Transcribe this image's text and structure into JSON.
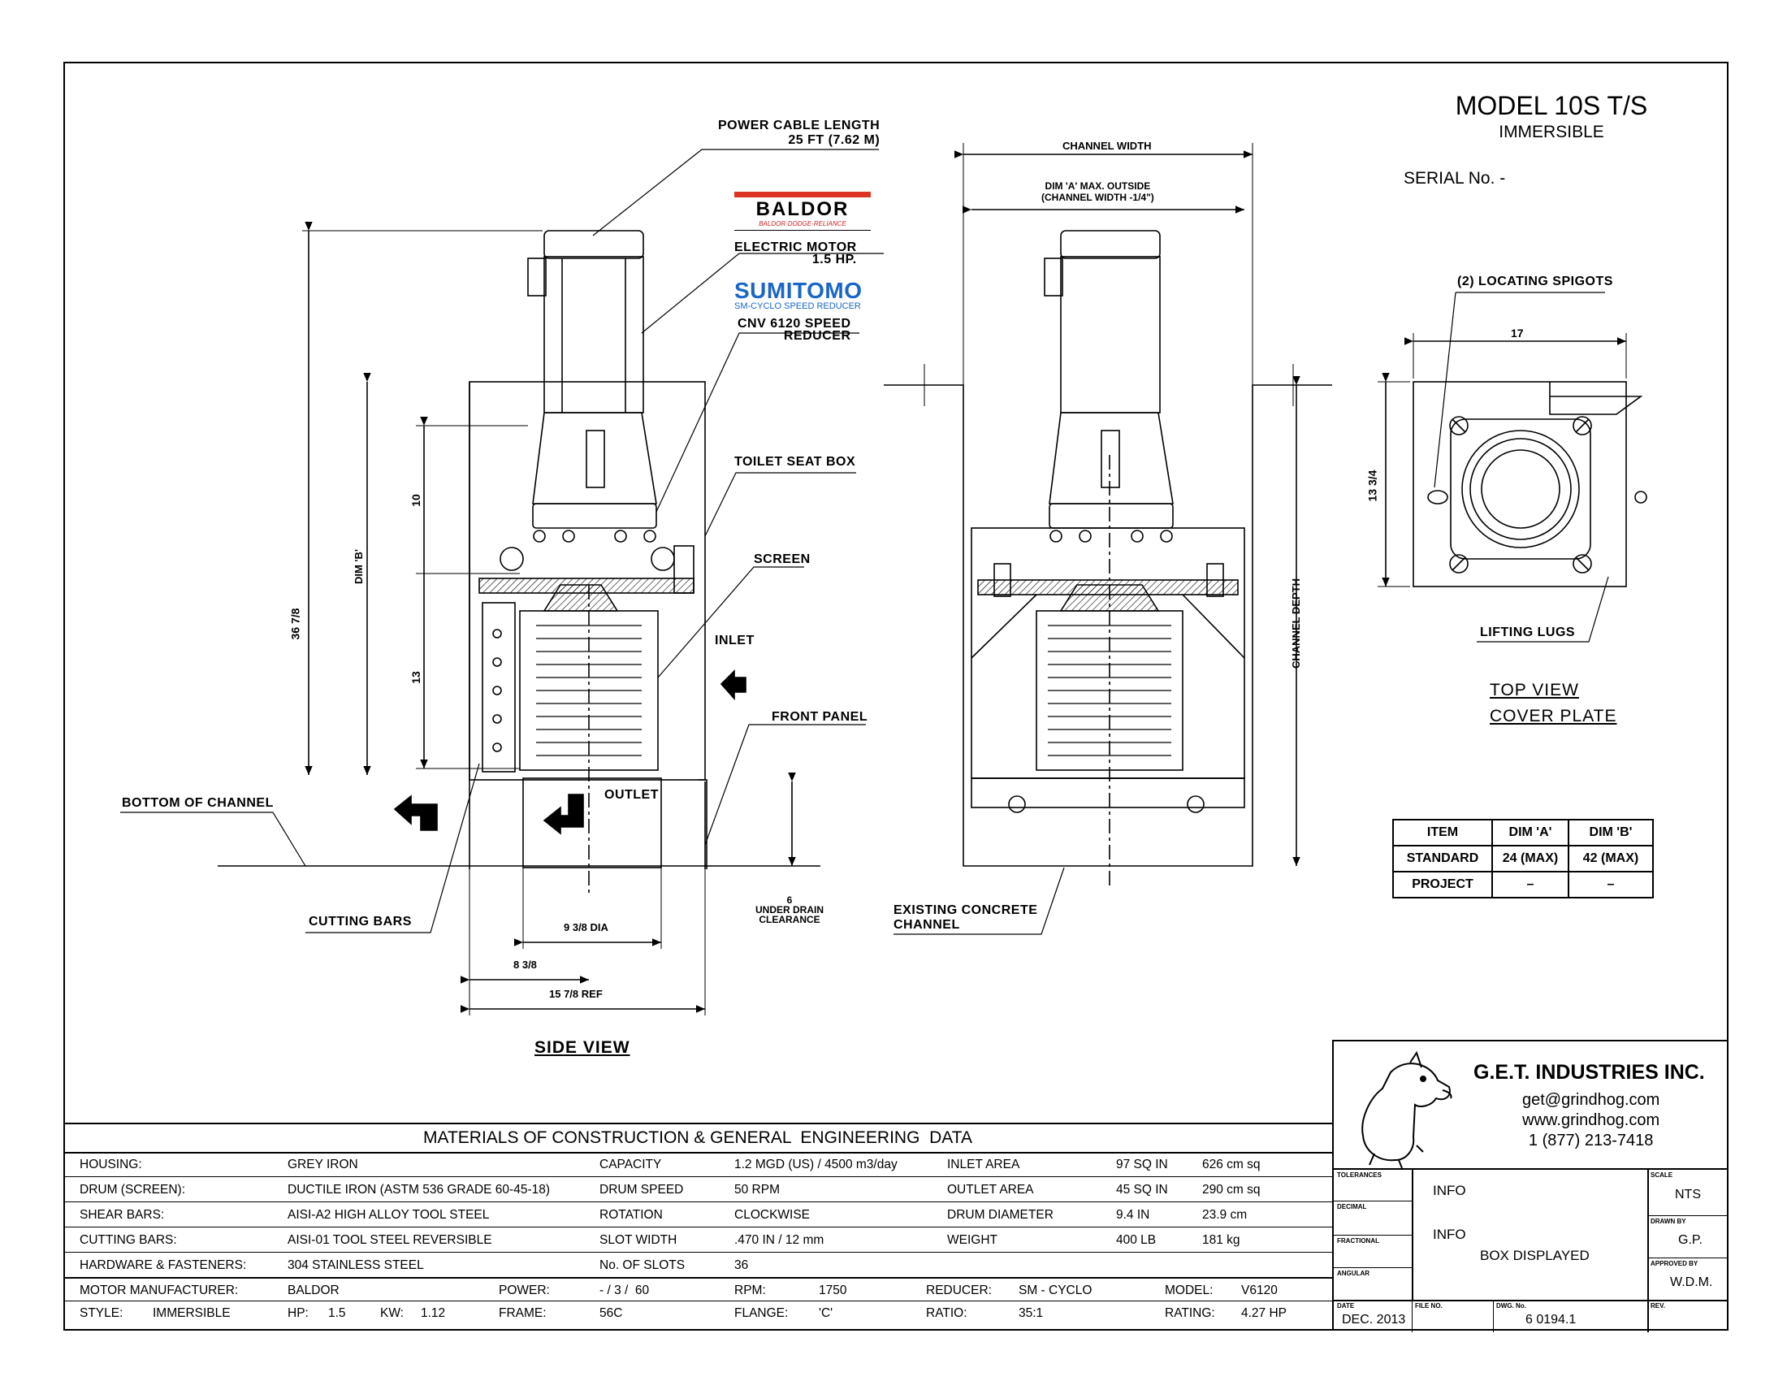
{
  "header": {
    "model": "MODEL 10S T/S",
    "type": "IMMERSIBLE",
    "serial": "SERIAL No. -"
  },
  "side_view": {
    "title": "SIDE VIEW",
    "power_cable_line1": "POWER CABLE LENGTH",
    "power_cable_line2": "25 FT (7.62 M)",
    "motor_brand": "BALDOR",
    "motor_brand_sub": "BALDOR·DODGE·RELIANCE",
    "electric_motor_line1": "ELECTRIC MOTOR",
    "electric_motor_line2": "1.5 HP.",
    "reducer_brand": "SUMITOMO",
    "reducer_brand_sub": "SM-CYCLO SPEED REDUCER",
    "reducer_line1": "CNV 6120 SPEED",
    "reducer_line2": "REDUCER",
    "toilet_seat_box": "TOILET SEAT BOX",
    "screen": "SCREEN",
    "inlet": "INLET",
    "front_panel": "FRONT PANEL",
    "outlet": "OUTLET",
    "bottom_of_channel": "BOTTOM OF CHANNEL",
    "cutting_bars": "CUTTING BARS",
    "under_drain_1": "6",
    "under_drain_2": "UNDER DRAIN",
    "under_drain_3": "CLEARANCE",
    "dim_10": "10",
    "dim_13": "13",
    "dim_b": "DIM 'B'",
    "dim_36": "36 7/8",
    "dim_dia": "9 3/8 DIA",
    "dim_8": "8 3/8",
    "dim_15": "15 7/8 REF"
  },
  "front_view": {
    "channel_width": "CHANNEL WIDTH",
    "dim_a_line1": "DIM 'A' MAX. OUTSIDE",
    "dim_a_line2": "(CHANNEL WIDTH -1/4\")",
    "channel_depth": "CHANNEL DEPTH",
    "existing_line1": "EXISTING CONCRETE",
    "existing_line2": "CHANNEL"
  },
  "top_view": {
    "locating_spigots": "(2) LOCATING SPIGOTS",
    "dim_17": "17",
    "dim_13": "13 3/4",
    "lifting_lugs": "LIFTING LUGS",
    "title_line1": "TOP VIEW",
    "title_line2": "COVER PLATE"
  },
  "dim_table": {
    "headers": [
      "ITEM",
      "DIM 'A'",
      "DIM 'B'"
    ],
    "rows": [
      [
        "STANDARD",
        "24 (MAX)",
        "42 (MAX)"
      ],
      [
        "PROJECT",
        "–",
        "–"
      ]
    ]
  },
  "company": {
    "name": "G.E.T. INDUSTRIES INC.",
    "email": "get@grindhog.com",
    "web": "www.grindhog.com",
    "phone": "1 (877) 213-7418"
  },
  "materials": {
    "title": "MATERIALS OF CONSTRUCTION & GENERAL  ENGINEERING  DATA",
    "rows": [
      [
        "HOUSING:",
        "GREY IRON",
        "CAPACITY",
        "1.2 MGD (US)  / 4500 m3/day",
        "INLET AREA",
        "97 SQ IN",
        "626 cm sq"
      ],
      [
        "DRUM (SCREEN):",
        "DUCTILE IRON (ASTM 536 GRADE 60-45-18)",
        "DRUM SPEED",
        "50 RPM",
        "OUTLET AREA",
        "45 SQ IN",
        "290 cm sq"
      ],
      [
        "SHEAR BARS:",
        "AISI-A2 HIGH ALLOY TOOL STEEL",
        "ROTATION",
        "CLOCKWISE",
        "DRUM DIAMETER",
        "9.4 IN",
        "23.9 cm"
      ],
      [
        "CUTTING BARS:",
        "AISI-01 TOOL STEEL REVERSIBLE",
        "SLOT WIDTH",
        ".470 IN /  12 mm",
        "WEIGHT",
        "400 LB",
        "181 kg"
      ],
      [
        "HARDWARE & FASTENERS:",
        "304 STAINLESS STEEL",
        "No. OF SLOTS",
        "36",
        "",
        "",
        ""
      ]
    ],
    "motor_row": [
      "MOTOR MANUFACTURER:",
      "BALDOR",
      "POWER:",
      "- / 3 /  60",
      "RPM:",
      "1750",
      "REDUCER:",
      "SM - CYCLO",
      "MODEL:",
      "V6120"
    ],
    "style_row": [
      "STYLE:",
      "IMMERSIBLE",
      "HP:",
      "1.5",
      "KW:",
      "1.12",
      "FRAME:",
      "56C",
      "FLANGE:",
      "'C'",
      "RATIO:",
      "35:1",
      "RATING:",
      "4.27 HP"
    ]
  },
  "title_block": {
    "tolerances": "TOLERANCES",
    "decimal": "DECIMAL",
    "fractional": "FRACTIONAL",
    "angular": "ANGULAR",
    "info1": "INFO",
    "info2": "INFO",
    "box_displayed": "BOX DISPLAYED",
    "scale_label": "SCALE",
    "scale": "NTS",
    "drawn_label": "DRAWN BY",
    "drawn": "G.P.",
    "approved_label": "APPROVED BY",
    "approved": "W.D.M.",
    "date_label": "DATE",
    "date": "DEC. 2013",
    "file_label": "FILE NO.",
    "dwg_label": "DWG. No.",
    "dwg": "6 0194.1",
    "rev_label": "REV."
  }
}
